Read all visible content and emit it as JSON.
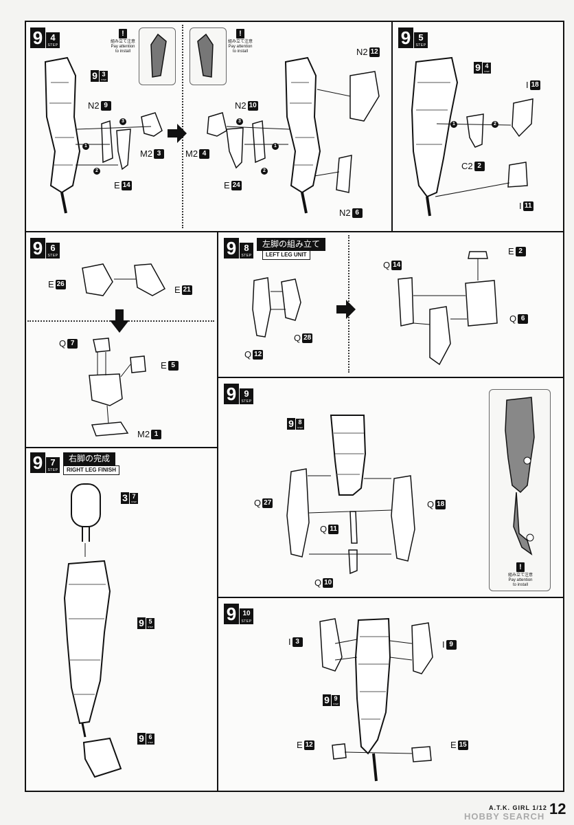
{
  "step_label": "STEP",
  "warning": {
    "line1": "組み立て注意",
    "line2": "Pay attention",
    "line3": "to install"
  },
  "steps": [
    {
      "big": "9",
      "sub": "4"
    },
    {
      "big": "9",
      "sub": "5"
    },
    {
      "big": "9",
      "sub": "6"
    },
    {
      "big": "9",
      "sub": "8"
    },
    {
      "big": "9",
      "sub": "7"
    },
    {
      "big": "9",
      "sub": "9"
    },
    {
      "big": "9",
      "sub": "10"
    }
  ],
  "titles": {
    "left_leg_jp": "左脚の組み立て",
    "left_leg_en": "LEFT LEG UNIT",
    "right_leg_jp": "右脚の完成",
    "right_leg_en": "RIGHT LEG FINISH"
  },
  "refs": {
    "r93": {
      "big": "9",
      "sub": "3"
    },
    "r94": {
      "big": "9",
      "sub": "4"
    },
    "r95": {
      "big": "9",
      "sub": "5"
    },
    "r96": {
      "big": "9",
      "sub": "6"
    },
    "r98": {
      "big": "9",
      "sub": "8"
    },
    "r99": {
      "big": "9",
      "sub": "9"
    },
    "r37": {
      "big": "3",
      "sub": "7"
    }
  },
  "parts": {
    "p94_n2_9": {
      "letter": "N2",
      "num": "9"
    },
    "p94_m2_3": {
      "letter": "M2",
      "num": "3"
    },
    "p94_e_14": {
      "letter": "E",
      "num": "14"
    },
    "p94_n2_12": {
      "letter": "N2",
      "num": "12"
    },
    "p94_n2_10": {
      "letter": "N2",
      "num": "10"
    },
    "p94_m2_4": {
      "letter": "M2",
      "num": "4"
    },
    "p94_e_24": {
      "letter": "E",
      "num": "24"
    },
    "p94_n2_6": {
      "letter": "N2",
      "num": "6"
    },
    "p95_i_18": {
      "letter": "I",
      "num": "18"
    },
    "p95_c2_2": {
      "letter": "C2",
      "num": "2"
    },
    "p95_i_11": {
      "letter": "I",
      "num": "11"
    },
    "p96_e_26": {
      "letter": "E",
      "num": "26"
    },
    "p96_e_21": {
      "letter": "E",
      "num": "21"
    },
    "p96_q_7": {
      "letter": "Q",
      "num": "7"
    },
    "p96_e_5": {
      "letter": "E",
      "num": "5"
    },
    "p96_m2_1": {
      "letter": "M2",
      "num": "1"
    },
    "p98_q_28": {
      "letter": "Q",
      "num": "28"
    },
    "p98_q_12": {
      "letter": "Q",
      "num": "12"
    },
    "p98_q_14": {
      "letter": "Q",
      "num": "14"
    },
    "p98_e_2": {
      "letter": "E",
      "num": "2"
    },
    "p98_q_6": {
      "letter": "Q",
      "num": "6"
    },
    "p99_q_27": {
      "letter": "Q",
      "num": "27"
    },
    "p99_q_18": {
      "letter": "Q",
      "num": "18"
    },
    "p99_q_11": {
      "letter": "Q",
      "num": "11"
    },
    "p99_q_10": {
      "letter": "Q",
      "num": "10"
    },
    "p910_i_3": {
      "letter": "I",
      "num": "3"
    },
    "p910_i_9": {
      "letter": "I",
      "num": "9"
    },
    "p910_e_12": {
      "letter": "E",
      "num": "12"
    },
    "p910_e_15": {
      "letter": "E",
      "num": "15"
    }
  },
  "callouts": [
    "1",
    "2",
    "3"
  ],
  "footer": {
    "product": "A.T.K. GIRL 1/12",
    "page": "12"
  },
  "watermark": "HOBBY SEARCH"
}
